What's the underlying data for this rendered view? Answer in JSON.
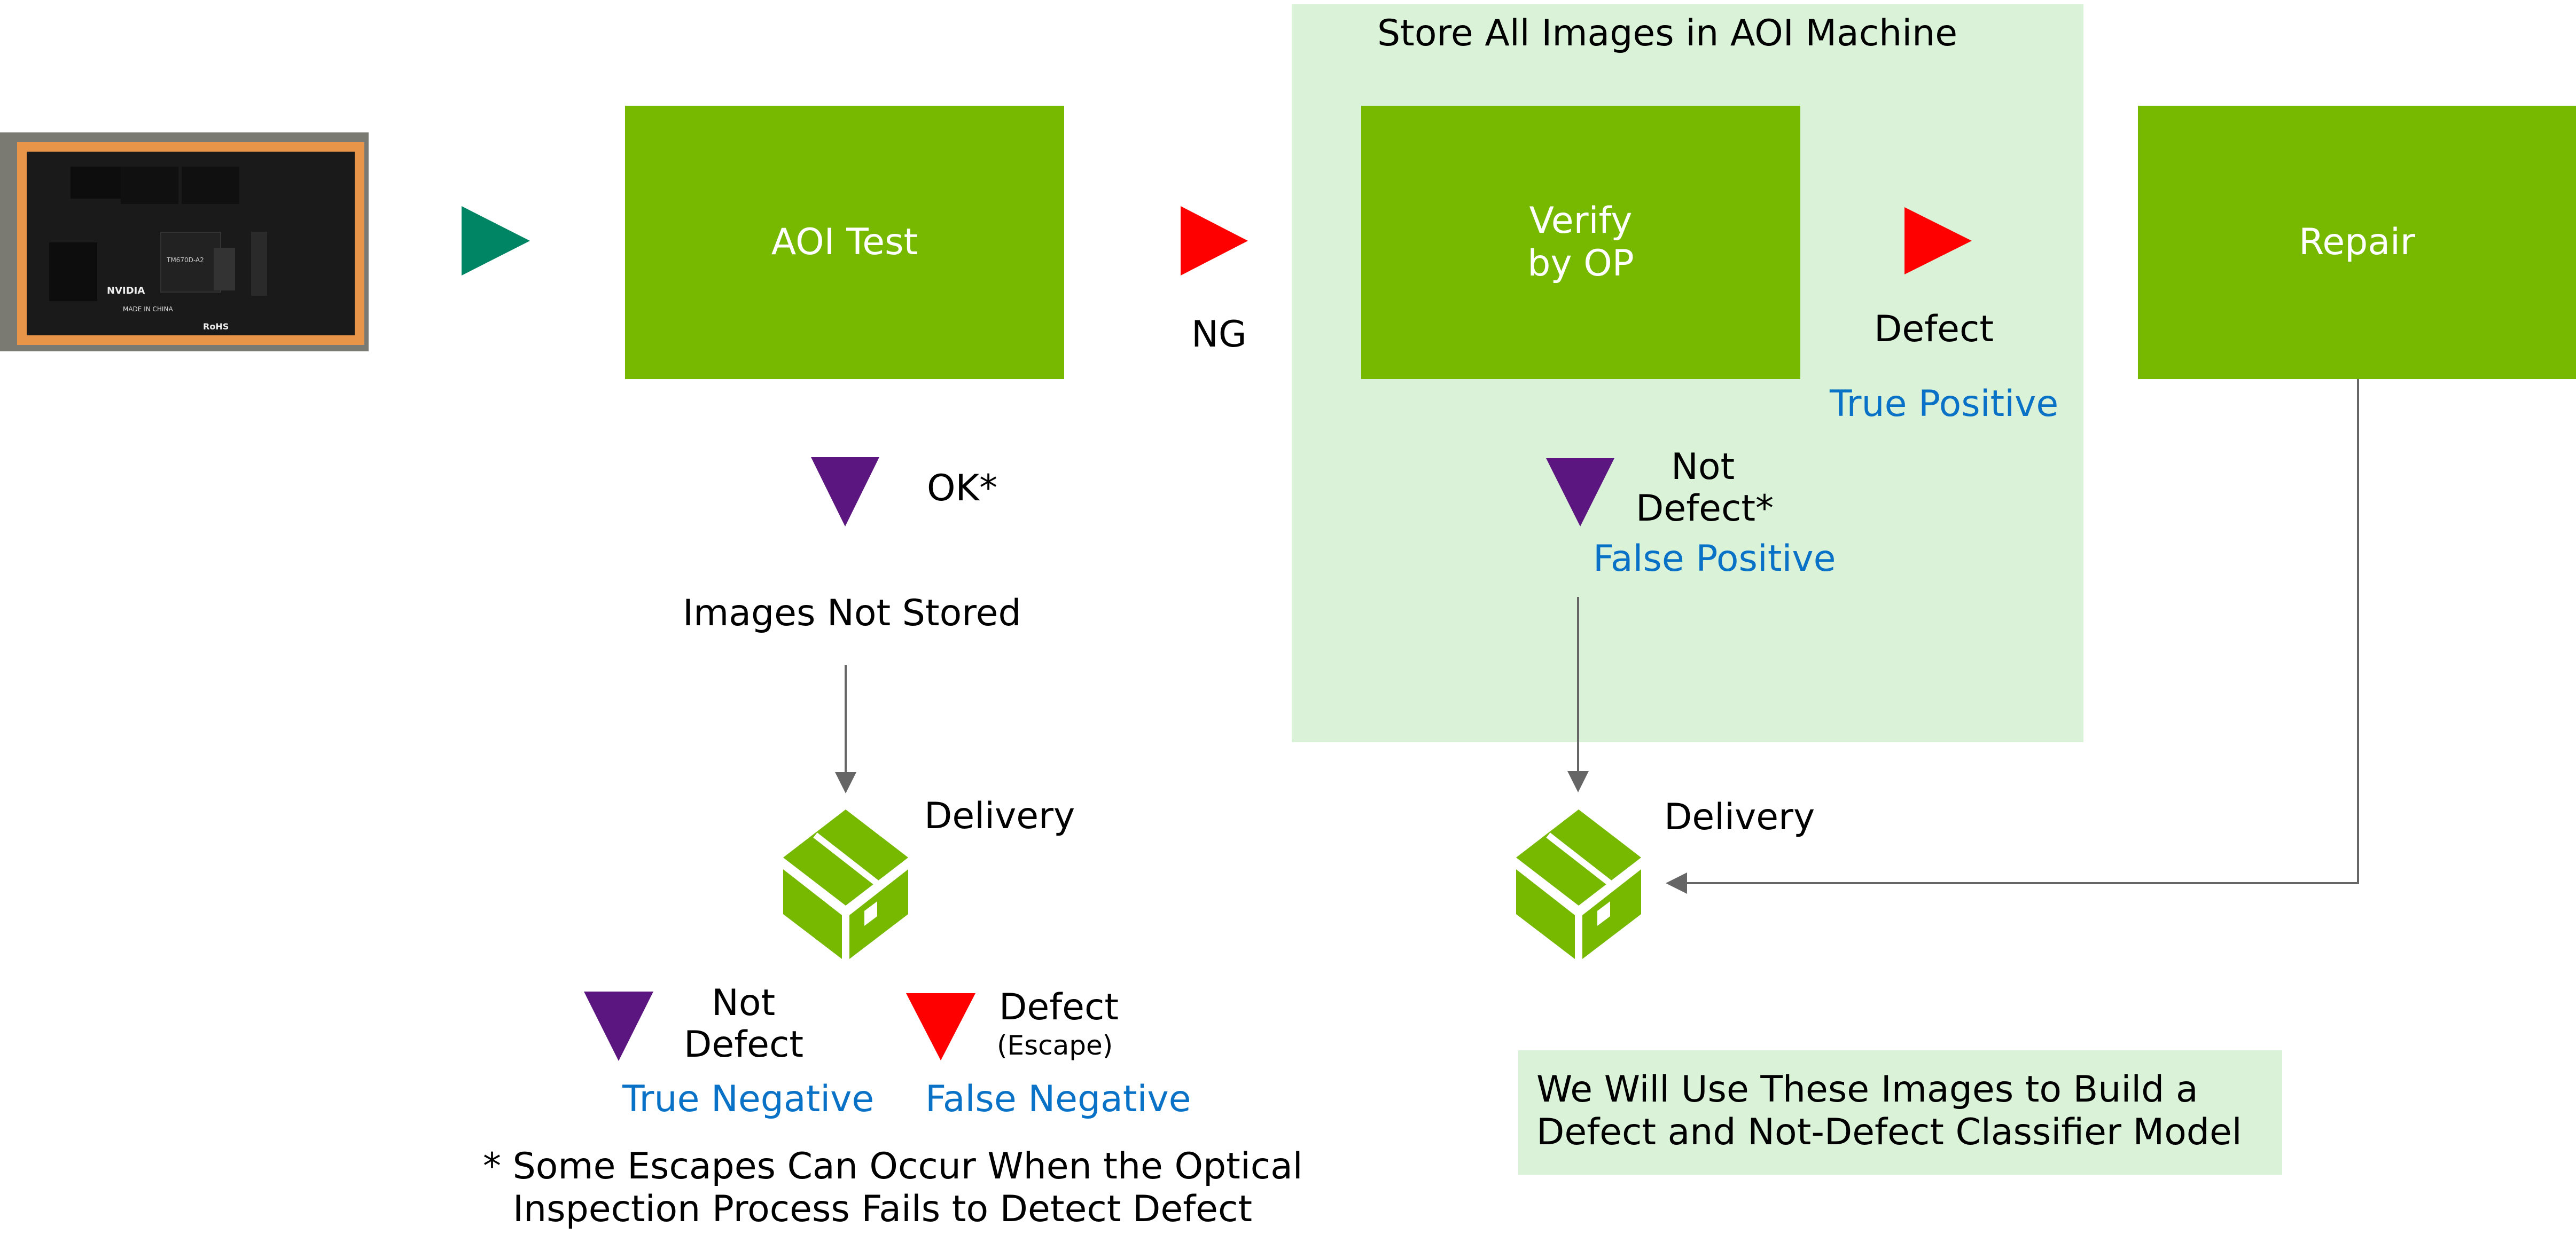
{
  "colors": {
    "brand_green": "#76b900",
    "panel_green": "#daf2d8",
    "start_arrow": "#008564",
    "defect_red": "#ff0000",
    "ok_purple": "#5c167f",
    "metric_blue": "#0a72c6",
    "connector_gray": "#666666"
  },
  "pcb": {
    "icon": "pcb-board-photo",
    "brand_text": "NVIDIA",
    "chip_text": "TM670D-A2",
    "rohs_text": "RoHS",
    "made_in": "MADE IN CHINA"
  },
  "process": {
    "aoi_test": "AOI Test",
    "verify": [
      "Verify",
      "by OP"
    ],
    "repair": "Repair",
    "store_panel_title": "Store All Images in AOI Machine"
  },
  "labels": {
    "ng": "NG",
    "ok": "OK*",
    "images_not_stored": "Images Not Stored",
    "defect": "Defect",
    "true_positive": "True Positive",
    "not_defect_star": [
      "Not",
      "Defect*"
    ],
    "false_positive": "False Positive",
    "delivery_left": "Delivery",
    "delivery_right": "Delivery",
    "not_defect": [
      "Not",
      "Defect"
    ],
    "defect_escape": "Defect",
    "escape": "(Escape)",
    "true_negative": "True Negative",
    "false_negative": "False Negative",
    "footnote": [
      "* Some Escapes Can Occur When the Optical",
      "Inspection Process Fails to Detect Defect"
    ],
    "classifier_note": [
      "We Will Use These Images to Build a",
      "Defect and Not-Defect Classifier Model"
    ]
  }
}
